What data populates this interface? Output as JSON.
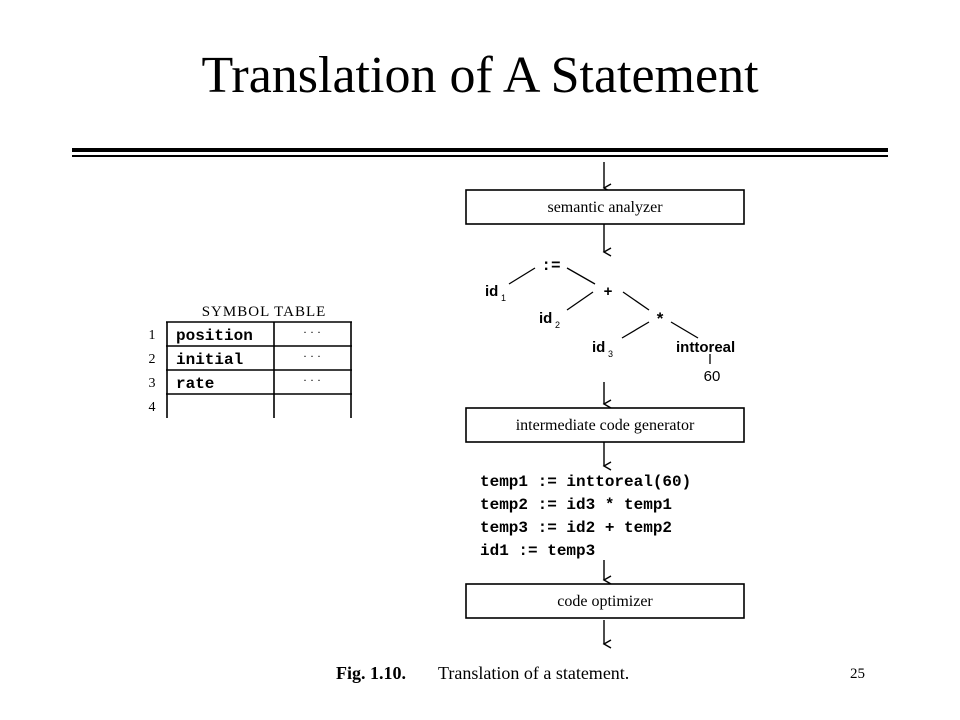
{
  "slide": {
    "title": "Translation of A Statement",
    "page_number": "25"
  },
  "symbol_table": {
    "title": "SYMBOL TABLE",
    "rows": [
      {
        "index": "1",
        "name": "position",
        "attrs": "· · ·"
      },
      {
        "index": "2",
        "name": "initial",
        "attrs": "· · ·"
      },
      {
        "index": "3",
        "name": "rate",
        "attrs": "· · ·"
      },
      {
        "index": "4",
        "name": "",
        "attrs": ""
      }
    ]
  },
  "pipeline": {
    "phase1": "semantic analyzer",
    "phase2": "intermediate code generator",
    "phase3": "code optimizer"
  },
  "syntax_tree": {
    "assign": ":=",
    "plus": "+",
    "times": "*",
    "id1": "id",
    "id1_sub": "1",
    "id2": "id",
    "id2_sub": "2",
    "id3": "id",
    "id3_sub": "3",
    "inttoreal": "inttoreal",
    "constant": "60"
  },
  "intermediate_code": [
    "temp1 := inttoreal(60)",
    "temp2 := id3 * temp1",
    "temp3 := id2 + temp2",
    "id1 := temp3"
  ],
  "caption": {
    "label": "Fig. 1.10.",
    "text": "Translation of a statement."
  }
}
